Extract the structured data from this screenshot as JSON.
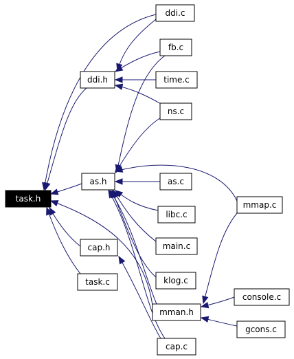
{
  "graph": {
    "nodes": [
      {
        "id": "task_h",
        "label": "task.h",
        "root": true
      },
      {
        "id": "ddi_c",
        "label": "ddi.c"
      },
      {
        "id": "fb_c",
        "label": "fb.c"
      },
      {
        "id": "ddi_h",
        "label": "ddi.h"
      },
      {
        "id": "time_c",
        "label": "time.c"
      },
      {
        "id": "ns_c",
        "label": "ns.c"
      },
      {
        "id": "as_h",
        "label": "as.h"
      },
      {
        "id": "as_c",
        "label": "as.c"
      },
      {
        "id": "mmap_c",
        "label": "mmap.c"
      },
      {
        "id": "libc_c",
        "label": "libc.c"
      },
      {
        "id": "cap_h",
        "label": "cap.h"
      },
      {
        "id": "main_c",
        "label": "main.c"
      },
      {
        "id": "task_c",
        "label": "task.c"
      },
      {
        "id": "klog_c",
        "label": "klog.c"
      },
      {
        "id": "console_c",
        "label": "console.c"
      },
      {
        "id": "mman_h",
        "label": "mman.h"
      },
      {
        "id": "gcons_c",
        "label": "gcons.c"
      },
      {
        "id": "cap_c",
        "label": "cap.c"
      }
    ],
    "edges": [
      {
        "from": "ddi_c",
        "to": "task_h"
      },
      {
        "from": "ddi_h",
        "to": "task_h"
      },
      {
        "from": "as_h",
        "to": "task_h"
      },
      {
        "from": "cap_h",
        "to": "task_h"
      },
      {
        "from": "task_c",
        "to": "task_h"
      },
      {
        "from": "mman_h",
        "to": "task_h"
      },
      {
        "from": "ddi_c",
        "to": "ddi_h"
      },
      {
        "from": "fb_c",
        "to": "ddi_h"
      },
      {
        "from": "time_c",
        "to": "ddi_h"
      },
      {
        "from": "ns_c",
        "to": "ddi_h"
      },
      {
        "from": "fb_c",
        "to": "as_h"
      },
      {
        "from": "ns_c",
        "to": "as_h"
      },
      {
        "from": "as_c",
        "to": "as_h"
      },
      {
        "from": "mmap_c",
        "to": "as_h"
      },
      {
        "from": "libc_c",
        "to": "as_h"
      },
      {
        "from": "main_c",
        "to": "as_h"
      },
      {
        "from": "klog_c",
        "to": "as_h"
      },
      {
        "from": "mman_h",
        "to": "as_h"
      },
      {
        "from": "cap_c",
        "to": "as_h"
      },
      {
        "from": "cap_c",
        "to": "cap_h"
      },
      {
        "from": "mmap_c",
        "to": "mman_h"
      },
      {
        "from": "console_c",
        "to": "mman_h"
      },
      {
        "from": "gcons_c",
        "to": "mman_h"
      }
    ],
    "colors": {
      "edge": "#191970",
      "root_fill": "#000000",
      "root_text": "#ffffff",
      "node_border": "#000000"
    }
  }
}
